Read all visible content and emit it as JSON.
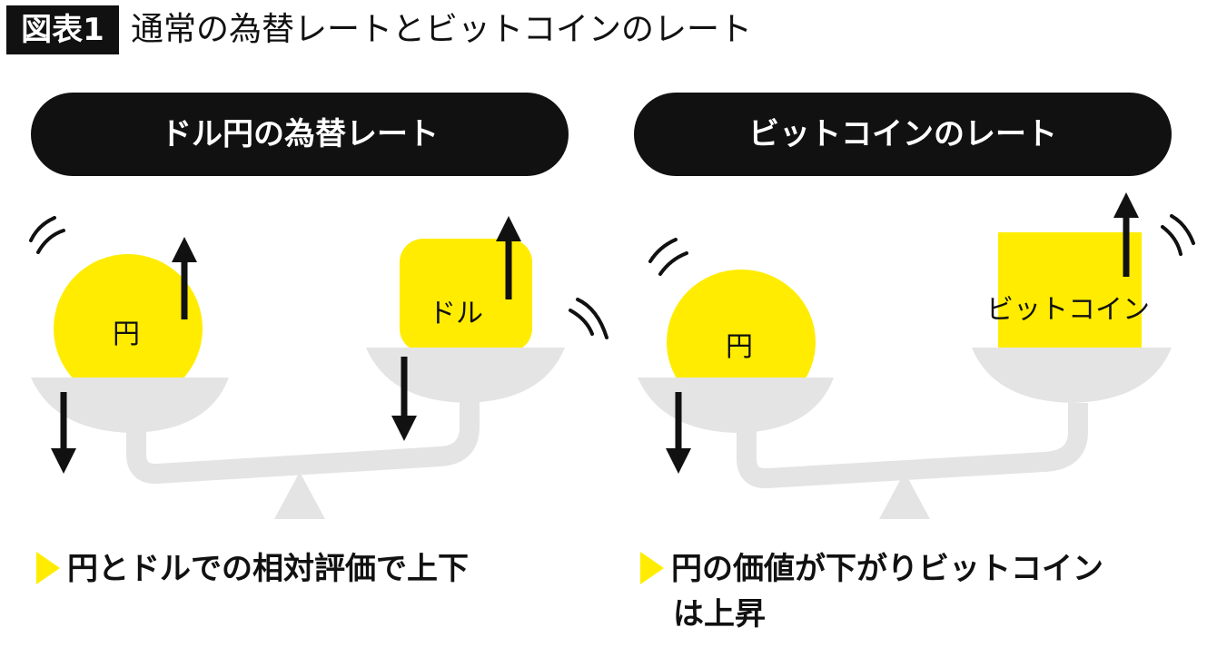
{
  "header": {
    "figure_label": "図表1",
    "title": "通常の為替レートとビットコインのレート"
  },
  "panels": [
    {
      "heading": "ドル円の為替レート",
      "left_item": "円",
      "right_item": "ドル",
      "caption_lines": [
        "円とドルでの相対評価で上下"
      ]
    },
    {
      "heading": "ビットコインのレート",
      "left_item": "円",
      "right_item": "ビットコイン",
      "caption_lines": [
        "円の価値が下がりビットコイン",
        "は上昇"
      ]
    }
  ],
  "colors": {
    "accent_yellow": "#ffec00",
    "scale_gray": "#e4e4e4",
    "ink": "#111111"
  },
  "icons": [
    "arrow-up-icon",
    "arrow-down-icon",
    "motion-lines-icon",
    "caption-triangle-icon",
    "balance-scale-icon"
  ]
}
